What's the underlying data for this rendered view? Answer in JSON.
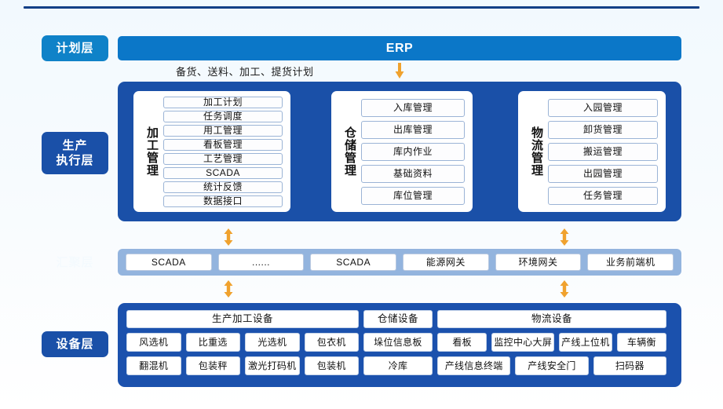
{
  "layers": {
    "plan": "计划层",
    "execution": "生产\n执行层",
    "execution_line1": "生产",
    "execution_line2": "执行层",
    "aggregation": "汇聚层",
    "device": "设备层"
  },
  "erp": {
    "title": "ERP"
  },
  "flow": {
    "caption": "备货、送料、加工、提货计划",
    "arrow_color": "#f0a22e"
  },
  "execution": {
    "groups": [
      {
        "title": "加工管理",
        "items": [
          "加工计划",
          "任务调度",
          "用工管理",
          "看板管理",
          "工艺管理",
          "SCADA",
          "统计反馈",
          "数据接口"
        ]
      },
      {
        "title": "仓储管理",
        "items": [
          "入库管理",
          "出库管理",
          "库内作业",
          "基础资料",
          "库位管理"
        ]
      },
      {
        "title": "物流管理",
        "items": [
          "入园管理",
          "卸货管理",
          "搬运管理",
          "出园管理",
          "任务管理"
        ]
      }
    ]
  },
  "aggregation": {
    "items": [
      "SCADA",
      "......",
      "SCADA",
      "能源网关",
      "环境网关",
      "业务前端机"
    ]
  },
  "device": {
    "groups": [
      {
        "head": "生产加工设备",
        "row1": [
          "风选机",
          "比重选",
          "光选机",
          "包衣机"
        ],
        "row2": [
          "翻混机",
          "包装秤",
          "激光打码机",
          "包装机"
        ]
      },
      {
        "head": "仓储设备",
        "row1": [
          "垛位信息板"
        ],
        "row2": [
          "冷库"
        ]
      },
      {
        "head": "物流设备",
        "row1": [
          "看板",
          "监控中心大屏",
          "产线上位机",
          "车辆衡"
        ],
        "row2": [
          "产线信息终端",
          "产线安全门",
          "扫码器"
        ]
      }
    ]
  },
  "colors": {
    "erp_blue": "#0b77c8",
    "plan_label_blue": "#0f82c8",
    "dark_blue": "#1a50a8",
    "aggregation_blue": "#93b4de",
    "device_blue": "#1b51ad",
    "arrow_orange": "#f0a22e",
    "top_rule": "#123f86"
  }
}
